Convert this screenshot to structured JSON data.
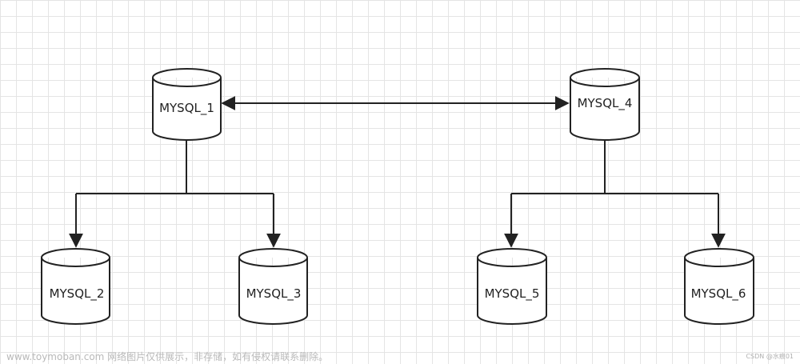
{
  "diagram": {
    "nodes": [
      {
        "id": "n1",
        "label": "MYSQL_1"
      },
      {
        "id": "n2",
        "label": "MYSQL_2"
      },
      {
        "id": "n3",
        "label": "MYSQL_3"
      },
      {
        "id": "n4",
        "label": "MYSQL_4"
      },
      {
        "id": "n5",
        "label": "MYSQL_5"
      },
      {
        "id": "n6",
        "label": "MYSQL_6"
      }
    ],
    "edges": [
      {
        "from": "n1",
        "to": "n4",
        "type": "bidirectional"
      },
      {
        "from": "n1",
        "to": "n2",
        "type": "directed"
      },
      {
        "from": "n1",
        "to": "n3",
        "type": "directed"
      },
      {
        "from": "n4",
        "to": "n5",
        "type": "directed"
      },
      {
        "from": "n4",
        "to": "n6",
        "type": "directed"
      }
    ],
    "node_shape": "database-cylinder",
    "colors": {
      "stroke": "#222222",
      "fill": "#ffffff",
      "grid": "#e4e4e4"
    }
  },
  "watermark": "www.toymoban.com 网络图片仅供展示，非存储，如有侵权请联系删除。",
  "credit": "CSDN @水痕01"
}
